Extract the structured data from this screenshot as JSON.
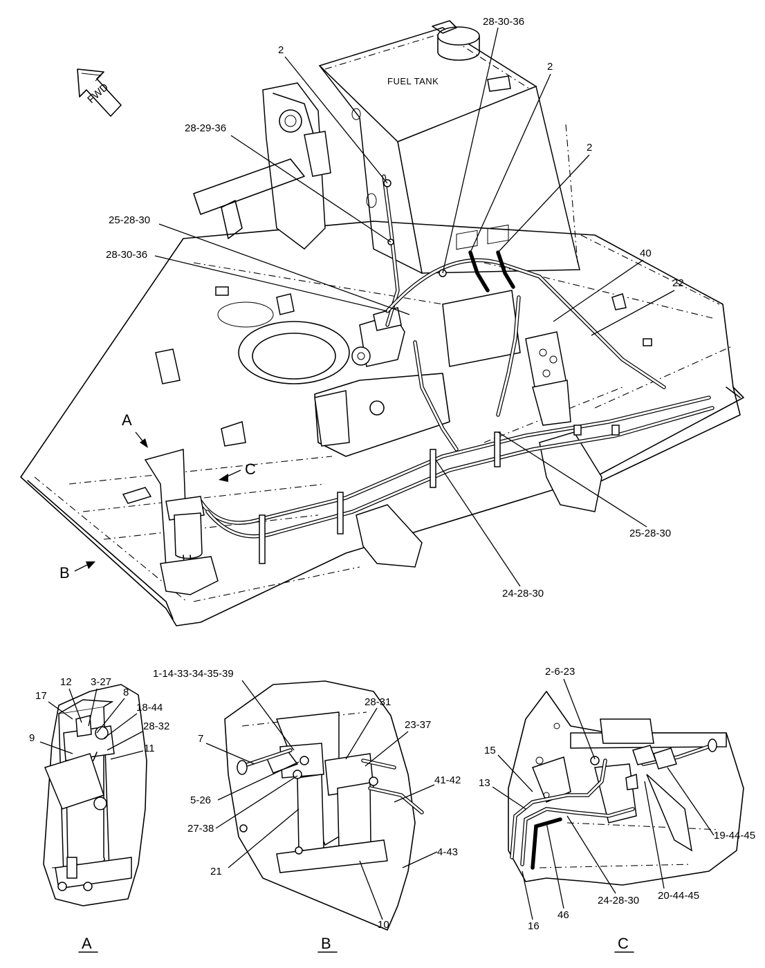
{
  "main_view": {
    "fwd_label": "FWD",
    "tank_label": "FUEL  TANK",
    "view_arrow_a": "A",
    "view_arrow_b": "B",
    "view_arrow_c": "C",
    "callouts": [
      "28-30-36",
      "2",
      "2",
      "2",
      "28-29-36",
      "25-28-30",
      "28-30-36",
      "40",
      "22",
      "25-28-30",
      "24-28-30"
    ]
  },
  "detail_a": {
    "title": "A",
    "callouts": [
      "17",
      "12",
      "3-27",
      "8",
      "18-44",
      "28-32",
      "9",
      "11"
    ]
  },
  "detail_b": {
    "title": "B",
    "callouts": [
      "1-14-33-34-35-39",
      "28-31",
      "23-37",
      "7",
      "41-42",
      "5-26",
      "27-38",
      "21",
      "4-43",
      "10"
    ]
  },
  "detail_c": {
    "title": "C",
    "callouts": [
      "2-6-23",
      "15",
      "13",
      "19-44-45",
      "20-44-45",
      "24-28-30",
      "46",
      "16"
    ]
  }
}
